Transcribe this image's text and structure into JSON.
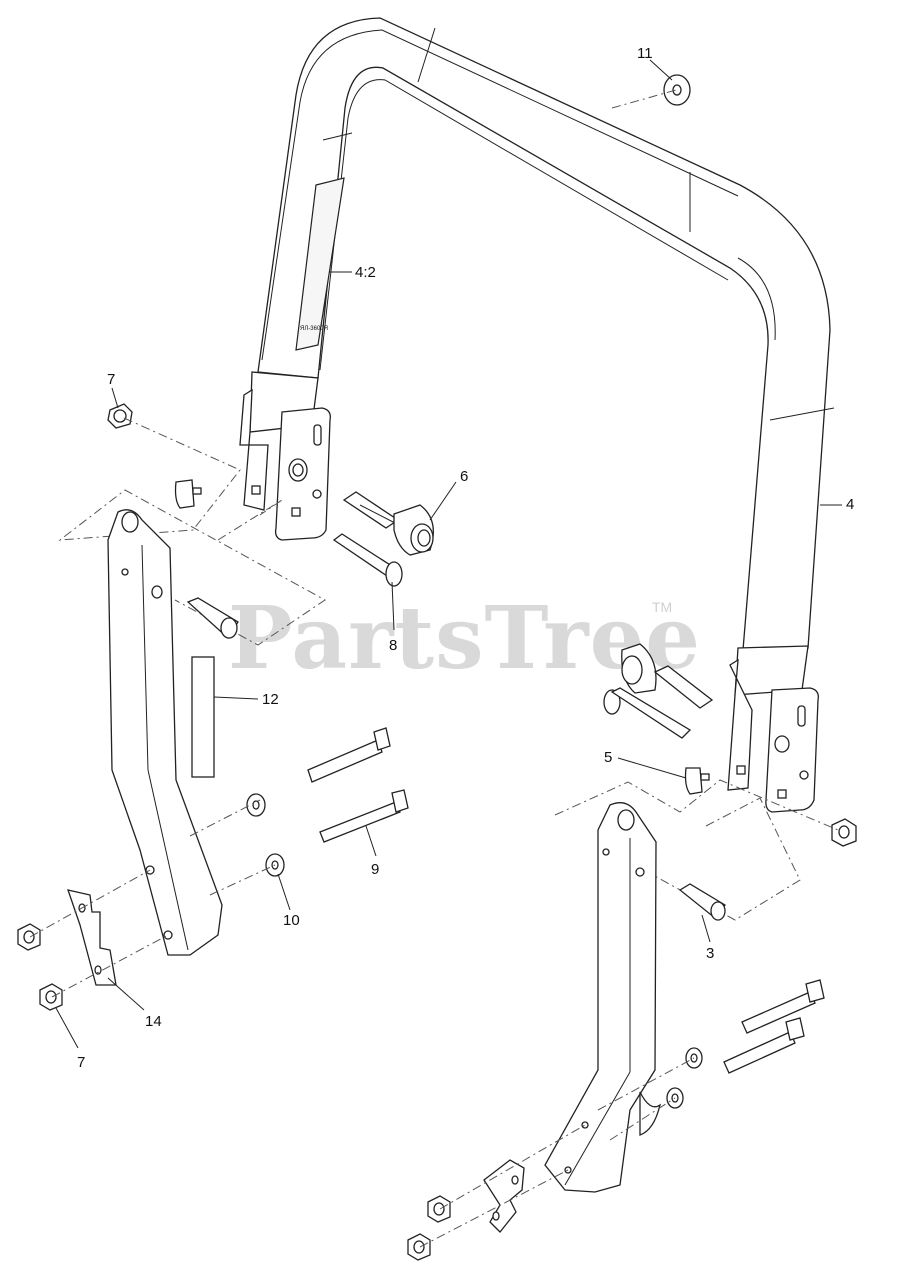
{
  "diagram": {
    "watermark": "PartsTree",
    "trademark": "TM",
    "decal_text": "ЯЛ-3600Я",
    "callouts": {
      "c11": "11",
      "c4_2": "4:2",
      "c7_top": "7",
      "c6": "6",
      "c4": "4",
      "c8": "8",
      "c12": "12",
      "c5": "5",
      "c9": "9",
      "c3": "3",
      "c10": "10",
      "c14": "14",
      "c7_bottom": "7"
    }
  }
}
